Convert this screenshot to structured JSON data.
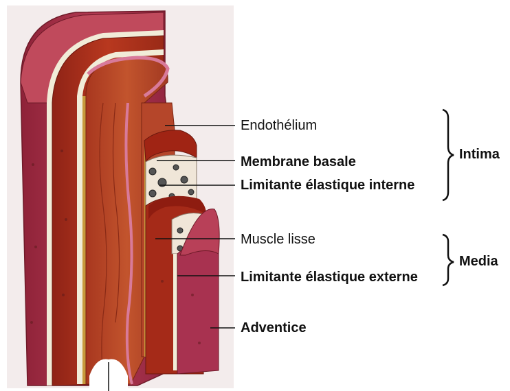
{
  "labels": {
    "endothelium": "Endothélium",
    "membrane_basale": "Membrane basale",
    "limitante_interne": "Limitante élastique interne",
    "muscle_lisse": "Muscle lisse",
    "limitante_externe": "Limitante élastique externe",
    "adventice": "Adventice"
  },
  "groups": {
    "intima": "Intima",
    "media": "Media"
  },
  "colors": {
    "background_panel": "#f3ecec",
    "adventice": "#a8324a",
    "media": "#a82c1c",
    "intima": "#b34a2a",
    "elastic_lamina": "#f1ecd8",
    "basement_membrane": "#c89b3c",
    "leader_line": "#111111"
  }
}
